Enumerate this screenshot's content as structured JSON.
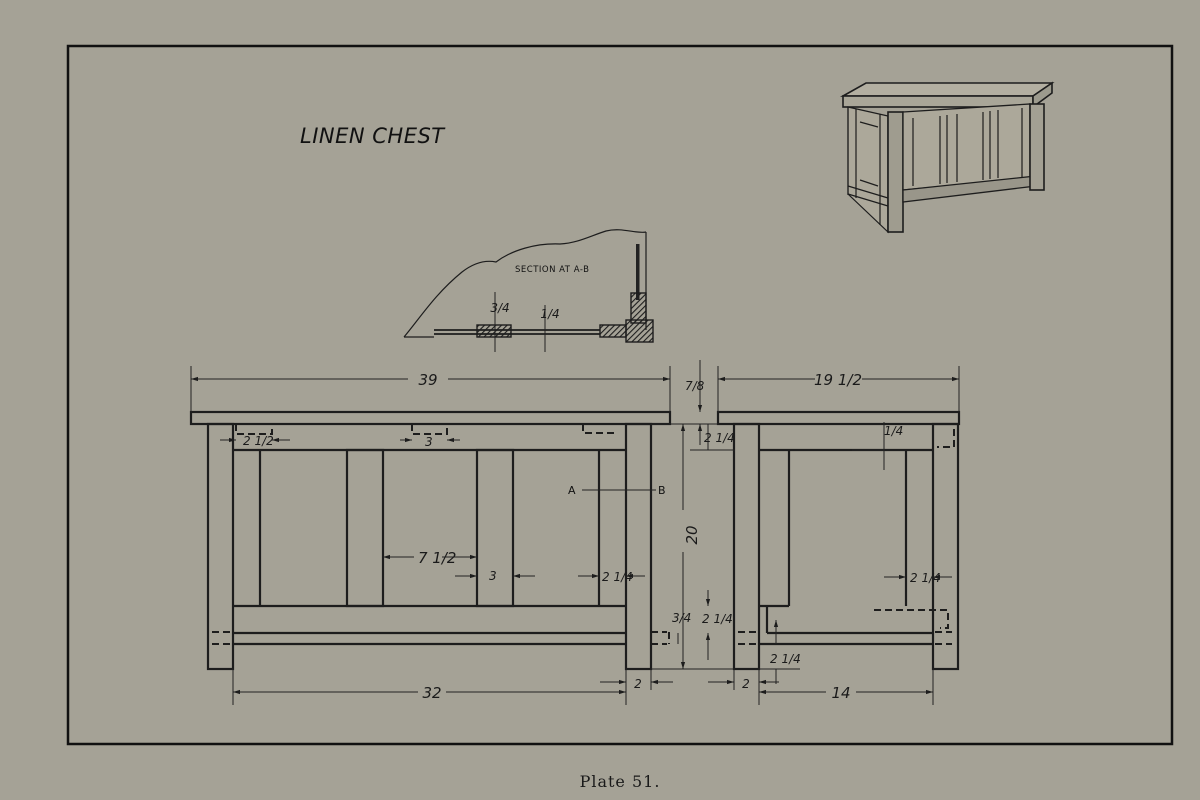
{
  "drawing": {
    "title": "LINEN CHEST",
    "caption": "Plate 51.",
    "section_label": "SECTION AT A-B",
    "section_dims": {
      "left": "3/4",
      "right": "1/4"
    },
    "front_view": {
      "overall_width": "39",
      "rail_offset": "2 1/2",
      "rail_center": "3",
      "panel_width": "7 1/2",
      "stile_width": "3",
      "post_width_right": "2 1/4",
      "inner_length": "32",
      "leg_width": "2",
      "section_mark_a": "A",
      "section_mark_b": "B"
    },
    "height_dims": {
      "top_thickness": "7/8",
      "top_rail": "2 1/4",
      "height": "20",
      "bottom_rail_thickness": "3/4",
      "bottom_rail": "2 1/4"
    },
    "end_view": {
      "overall_depth": "19 1/2",
      "panel_inset": "1/4",
      "post_width": "2 1/4",
      "bottom_rail": "2 1/4",
      "leg_width": "2",
      "inner_depth": "14"
    }
  },
  "colors": {
    "paper": "#a5a296",
    "ink": "#1d1d1d"
  }
}
